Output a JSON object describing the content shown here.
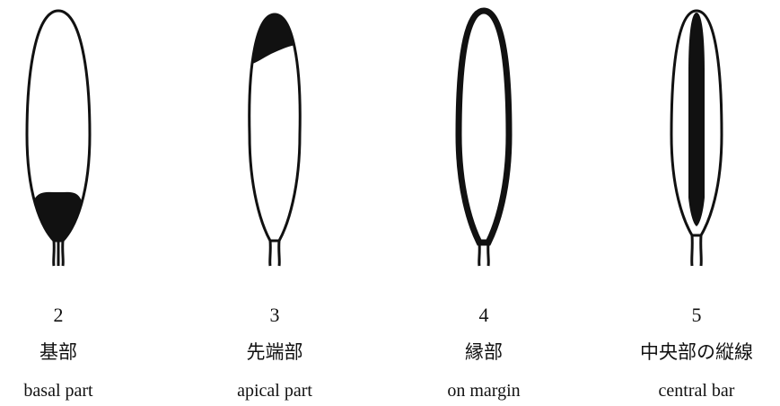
{
  "figures": [
    {
      "number": "2",
      "label_jp": "基部",
      "label_en": "basal part",
      "marking": "basal"
    },
    {
      "number": "3",
      "label_jp": "先端部",
      "label_en": "apical part",
      "marking": "apical"
    },
    {
      "number": "4",
      "label_jp": "縁部",
      "label_en": "on margin",
      "marking": "margin"
    },
    {
      "number": "5",
      "label_jp": "中央部の縦線",
      "label_en": "central bar",
      "marking": "central"
    }
  ],
  "colors": {
    "ink": "#111111",
    "paper": "#ffffff"
  }
}
